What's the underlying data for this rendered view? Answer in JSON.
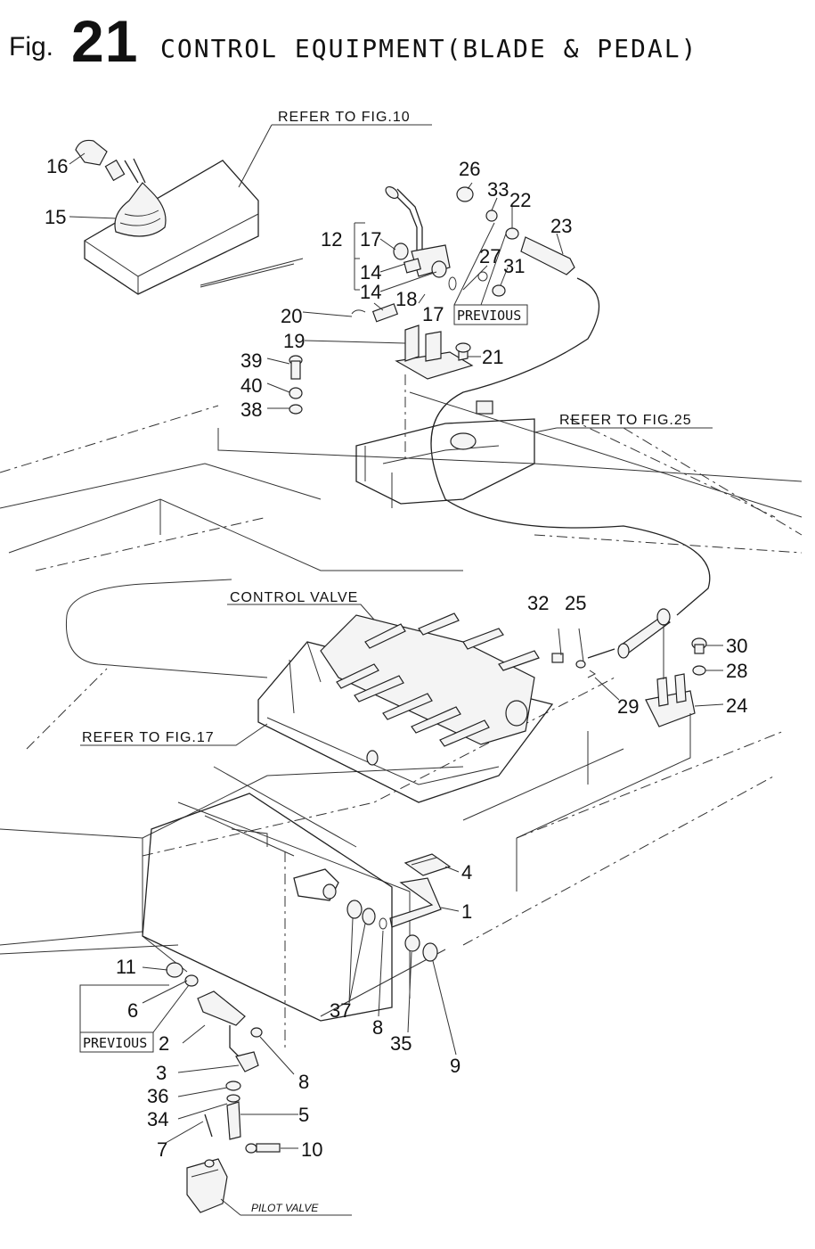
{
  "header": {
    "fig_prefix": "Fig.",
    "fig_number": "21",
    "title": "CONTROL EQUIPMENT(BLADE & PEDAL)"
  },
  "references": {
    "fig10": "REFER TO FIG.10",
    "fig25": "REFER TO FIG.25",
    "fig17": "REFER TO FIG.17",
    "control_valve": "CONTROL VALVE",
    "pilot_valve": "PILOT VALVE",
    "previous_top": "PREVIOUS",
    "previous_bottom": "PREVIOUS"
  },
  "callouts": {
    "p1": "1",
    "p2": "2",
    "p3": "3",
    "p4": "4",
    "p5": "5",
    "p6": "6",
    "p7": "7",
    "p8a": "8",
    "p8b": "8",
    "p9": "9",
    "p10": "10",
    "p11": "11",
    "p12": "12",
    "p14a": "14",
    "p14b": "14",
    "p15": "15",
    "p16": "16",
    "p17a": "17",
    "p17b": "17",
    "p18": "18",
    "p19": "19",
    "p20": "20",
    "p21": "21",
    "p22": "22",
    "p23": "23",
    "p24": "24",
    "p25": "25",
    "p26": "26",
    "p27": "27",
    "p28": "28",
    "p29": "29",
    "p30": "30",
    "p31": "31",
    "p32": "32",
    "p33": "33",
    "p34": "34",
    "p35": "35",
    "p36": "36",
    "p37": "37",
    "p38": "38",
    "p39": "39",
    "p40": "40"
  }
}
